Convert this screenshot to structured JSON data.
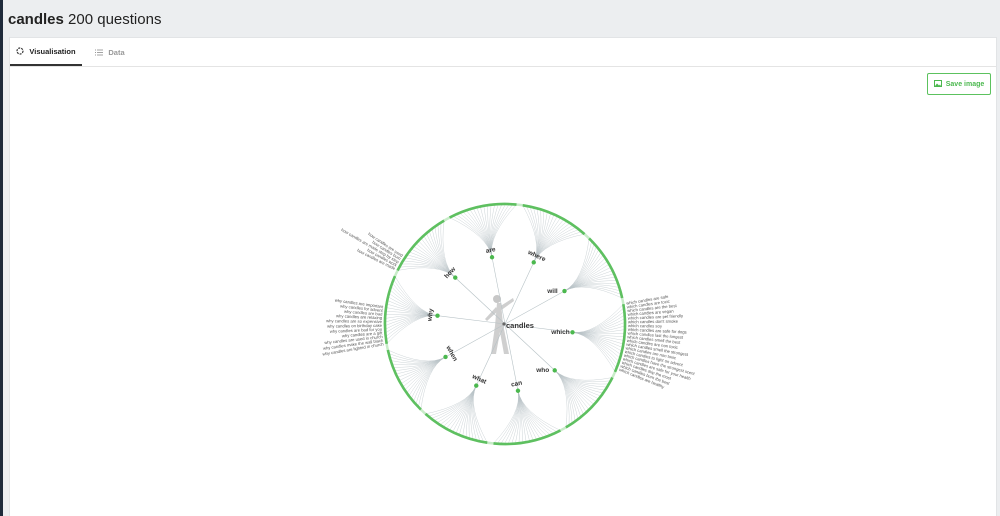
{
  "header": {
    "keyword": "candles",
    "subtitle": "200 questions"
  },
  "tabs": [
    {
      "label": "Visualisation",
      "active": true,
      "icon": "circle-loader-icon"
    },
    {
      "label": "Data",
      "active": false,
      "icon": "list-icon"
    }
  ],
  "save_button": {
    "label": "Save image",
    "icon": "image-icon"
  },
  "colors": {
    "accent": "#4bb84e",
    "ring_light": "#c8ecc8",
    "branch": "#b7c2c6",
    "label": "#555555"
  },
  "visualisation": {
    "center": "candles",
    "hubs": [
      "are",
      "where",
      "will",
      "which",
      "who",
      "can",
      "what",
      "when",
      "why",
      "how"
    ],
    "sample_questions": {
      "which": [
        "which candles are safe",
        "which candles are toxic",
        "which candles are the best",
        "which candles are vegan",
        "which candles are pet friendly",
        "which candles don't smoke",
        "which candles soy",
        "which candles are safe for dogs",
        "which candles last the longest",
        "which candles smell the best",
        "which candles are non toxic",
        "which candles smell the strongest",
        "which candles are non toxic",
        "which candles to light on advent",
        "which candles have the strongest scent",
        "which candles are safe for your health",
        "which candles drip the most",
        "which candles burn the best",
        "which candles are healthy"
      ],
      "why": [
        "why candles are lighted in church",
        "why candles make the wall black",
        "why candles are used in church",
        "why candles are a gift",
        "why candles are bad for you",
        "why candles on birthday cake",
        "why candles are so expensive",
        "why candles are relaxing",
        "why candles are bad",
        "why candles for advent",
        "why candles are important"
      ],
      "how": [
        "how candles are made",
        "how candles work",
        "how candles are made step by step",
        "how candles burn",
        "how candles are used"
      ]
    }
  }
}
